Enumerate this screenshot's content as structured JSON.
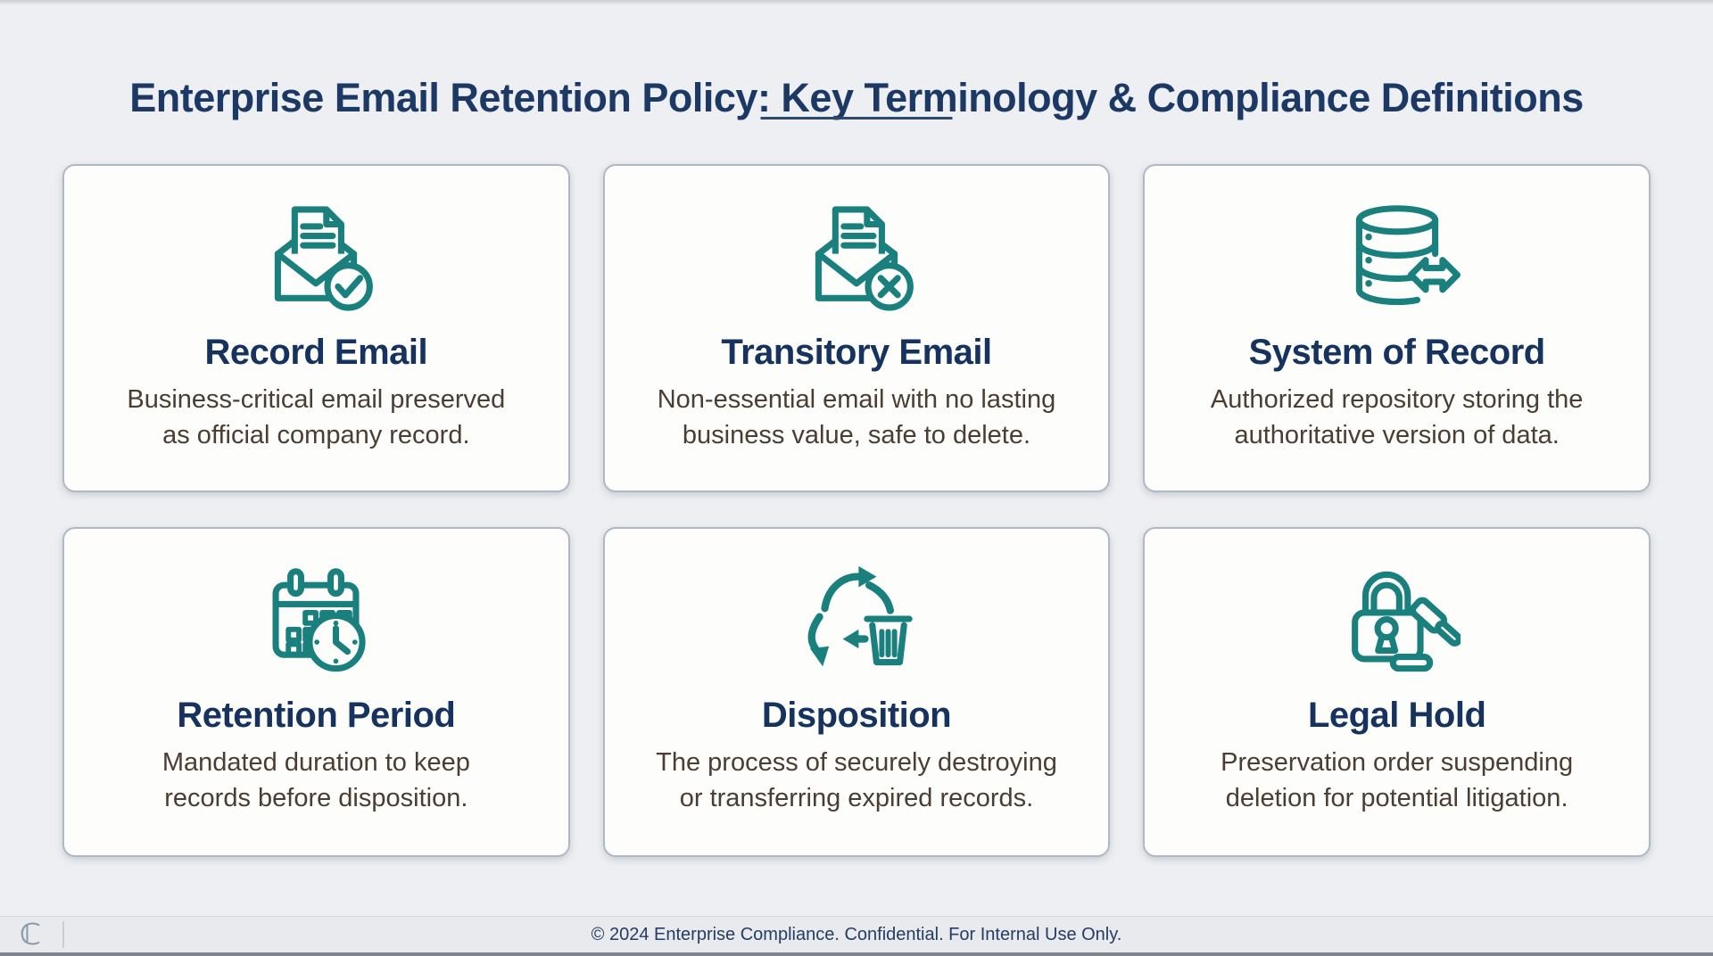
{
  "page": {
    "title": "Enterprise Email Retention Policy: Key Terminology & Compliance Definitions"
  },
  "colors": {
    "page_bg": "#EDEFF2",
    "card_bg": "#FDFDFB",
    "card_border": "#AEB9C6",
    "accent_teal": "#1A807E",
    "title_navy": "#1C3864",
    "underline_navy": "#2D4A6E",
    "card_title_navy": "#16335F",
    "description_brown": "#4B3D31",
    "footer_bg": "#E8EAEE",
    "footer_text": "#253C63",
    "logo_gray": "#8D9AAA"
  },
  "cards": [
    {
      "icon": "record-email-icon",
      "title": "Record Email",
      "description": "Business-critical email preserved\nas official company record."
    },
    {
      "icon": "transitory-email-icon",
      "title": "Transitory Email",
      "description": "Non-essential email with no lasting\nbusiness value, safe to delete."
    },
    {
      "icon": "system-of-record-icon",
      "title": "System of Record",
      "description": "Authorized repository storing the\nauthoritative version of data."
    },
    {
      "icon": "retention-period-icon",
      "title": "Retention Period",
      "description": "Mandated duration to keep\nrecords before disposition."
    },
    {
      "icon": "disposition-icon",
      "title": "Disposition",
      "description": "The process of securely destroying\nor transferring expired records."
    },
    {
      "icon": "legal-hold-icon",
      "title": "Legal Hold",
      "description": "Preservation order suspending\ndeletion for potential litigation."
    }
  ],
  "footer": {
    "logo_glyph": "ℂ",
    "text": "© 2024 Enterprise Compliance. Confidential. For Internal Use Only."
  }
}
